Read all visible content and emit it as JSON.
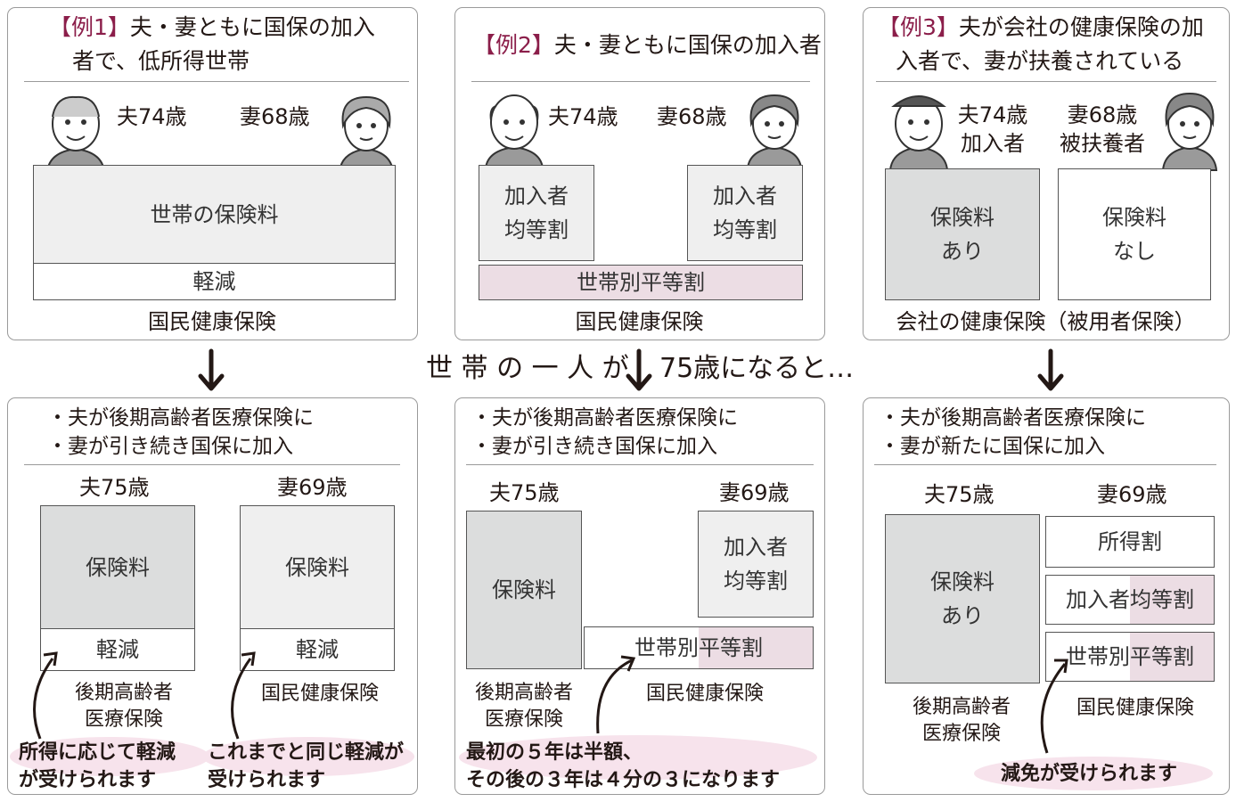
{
  "top": {
    "ex1": {
      "tag": "【例1】",
      "title_a": "夫・妻ともに国保の加入",
      "title_b": "者で、低所得世帯",
      "husband": "夫74歳",
      "wife": "妻68歳",
      "box_main": "世帯の保険料",
      "box_reduce": "軽減",
      "footer": "国民健康保険"
    },
    "ex2": {
      "tag": "【例2】",
      "title": "夫・妻ともに国保の加入者",
      "husband": "夫74歳",
      "wife": "妻68歳",
      "box_left_1": "加入者",
      "box_left_2": "均等割",
      "box_right_1": "加入者",
      "box_right_2": "均等割",
      "box_household": "世帯別平等割",
      "footer": "国民健康保険"
    },
    "ex3": {
      "tag": "【例3】",
      "title_a": "夫が会社の健康保険の加",
      "title_b": "入者で、妻が扶養されている",
      "husband_1": "夫74歳",
      "husband_2": "加入者",
      "wife_1": "妻68歳",
      "wife_2": "被扶養者",
      "box_left_1": "保険料",
      "box_left_2": "あり",
      "box_right_1": "保険料",
      "box_right_2": "なし",
      "footer": "会社の健康保険（被用者保険）"
    }
  },
  "transition": {
    "text_a": "世 帯 の 一 人 が",
    "text_b": "75歳になると…"
  },
  "bottom": {
    "ex1": {
      "line1": "・夫が後期高齢者医療保険に",
      "line2": "・妻が引き続き国保に加入",
      "husband": "夫75歳",
      "wife": "妻69歳",
      "left_top": "保険料",
      "left_bottom": "軽減",
      "right_top": "保険料",
      "right_bottom": "軽減",
      "left_label_1": "後期高齢者",
      "left_label_2": "医療保険",
      "right_label": "国民健康保険",
      "note_left_1": "所得に応じて軽減",
      "note_left_2": "が受けられます",
      "note_right_1": "これまでと同じ軽減が",
      "note_right_2": "受けられます"
    },
    "ex2": {
      "line1": "・夫が後期高齢者医療保険に",
      "line2": "・妻が引き続き国保に加入",
      "husband": "夫75歳",
      "wife": "妻69歳",
      "left_box": "保険料",
      "right_box_1": "加入者",
      "right_box_2": "均等割",
      "household_a": "世帯別",
      "household_b": "平等割",
      "left_label_1": "後期高齢者",
      "left_label_2": "医療保険",
      "right_label": "国民健康保険",
      "note_1": "最初の５年は半額、",
      "note_2": "その後の３年は４分の３になります"
    },
    "ex3": {
      "line1": "・夫が後期高齢者医療保険に",
      "line2": "・妻が新たに国保に加入",
      "husband": "夫75歳",
      "wife": "妻69歳",
      "left_box_1": "保険料",
      "left_box_2": "あり",
      "income": "所得割",
      "per_capita_a": "加入者",
      "per_capita_b": "均等割",
      "household_a": "世帯別",
      "household_b": "平等割",
      "left_label_1": "後期高齢者",
      "left_label_2": "医療保険",
      "right_label": "国民健康保険",
      "note": "減免が受けられます"
    }
  },
  "colors": {
    "accent_tag": "#8b1e4a",
    "gray_dark": "#dcdddd",
    "gray_light": "#efefef",
    "pink": "#ecdde4",
    "highlight": "#f7e3ec"
  }
}
